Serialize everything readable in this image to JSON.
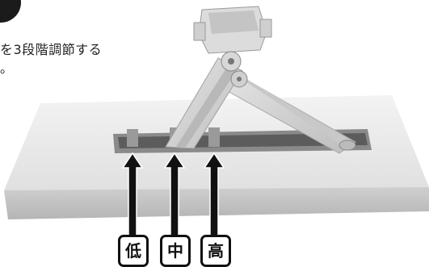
{
  "caption": {
    "line1": "を3段階調節する",
    "line2": "。"
  },
  "levels": [
    {
      "label": "低"
    },
    {
      "label": "中"
    },
    {
      "label": "高"
    }
  ],
  "colors": {
    "marker": "#1b1b1b",
    "arrow": "#111111",
    "base": "#e8e8e8",
    "arm": "#d2d2d2"
  }
}
